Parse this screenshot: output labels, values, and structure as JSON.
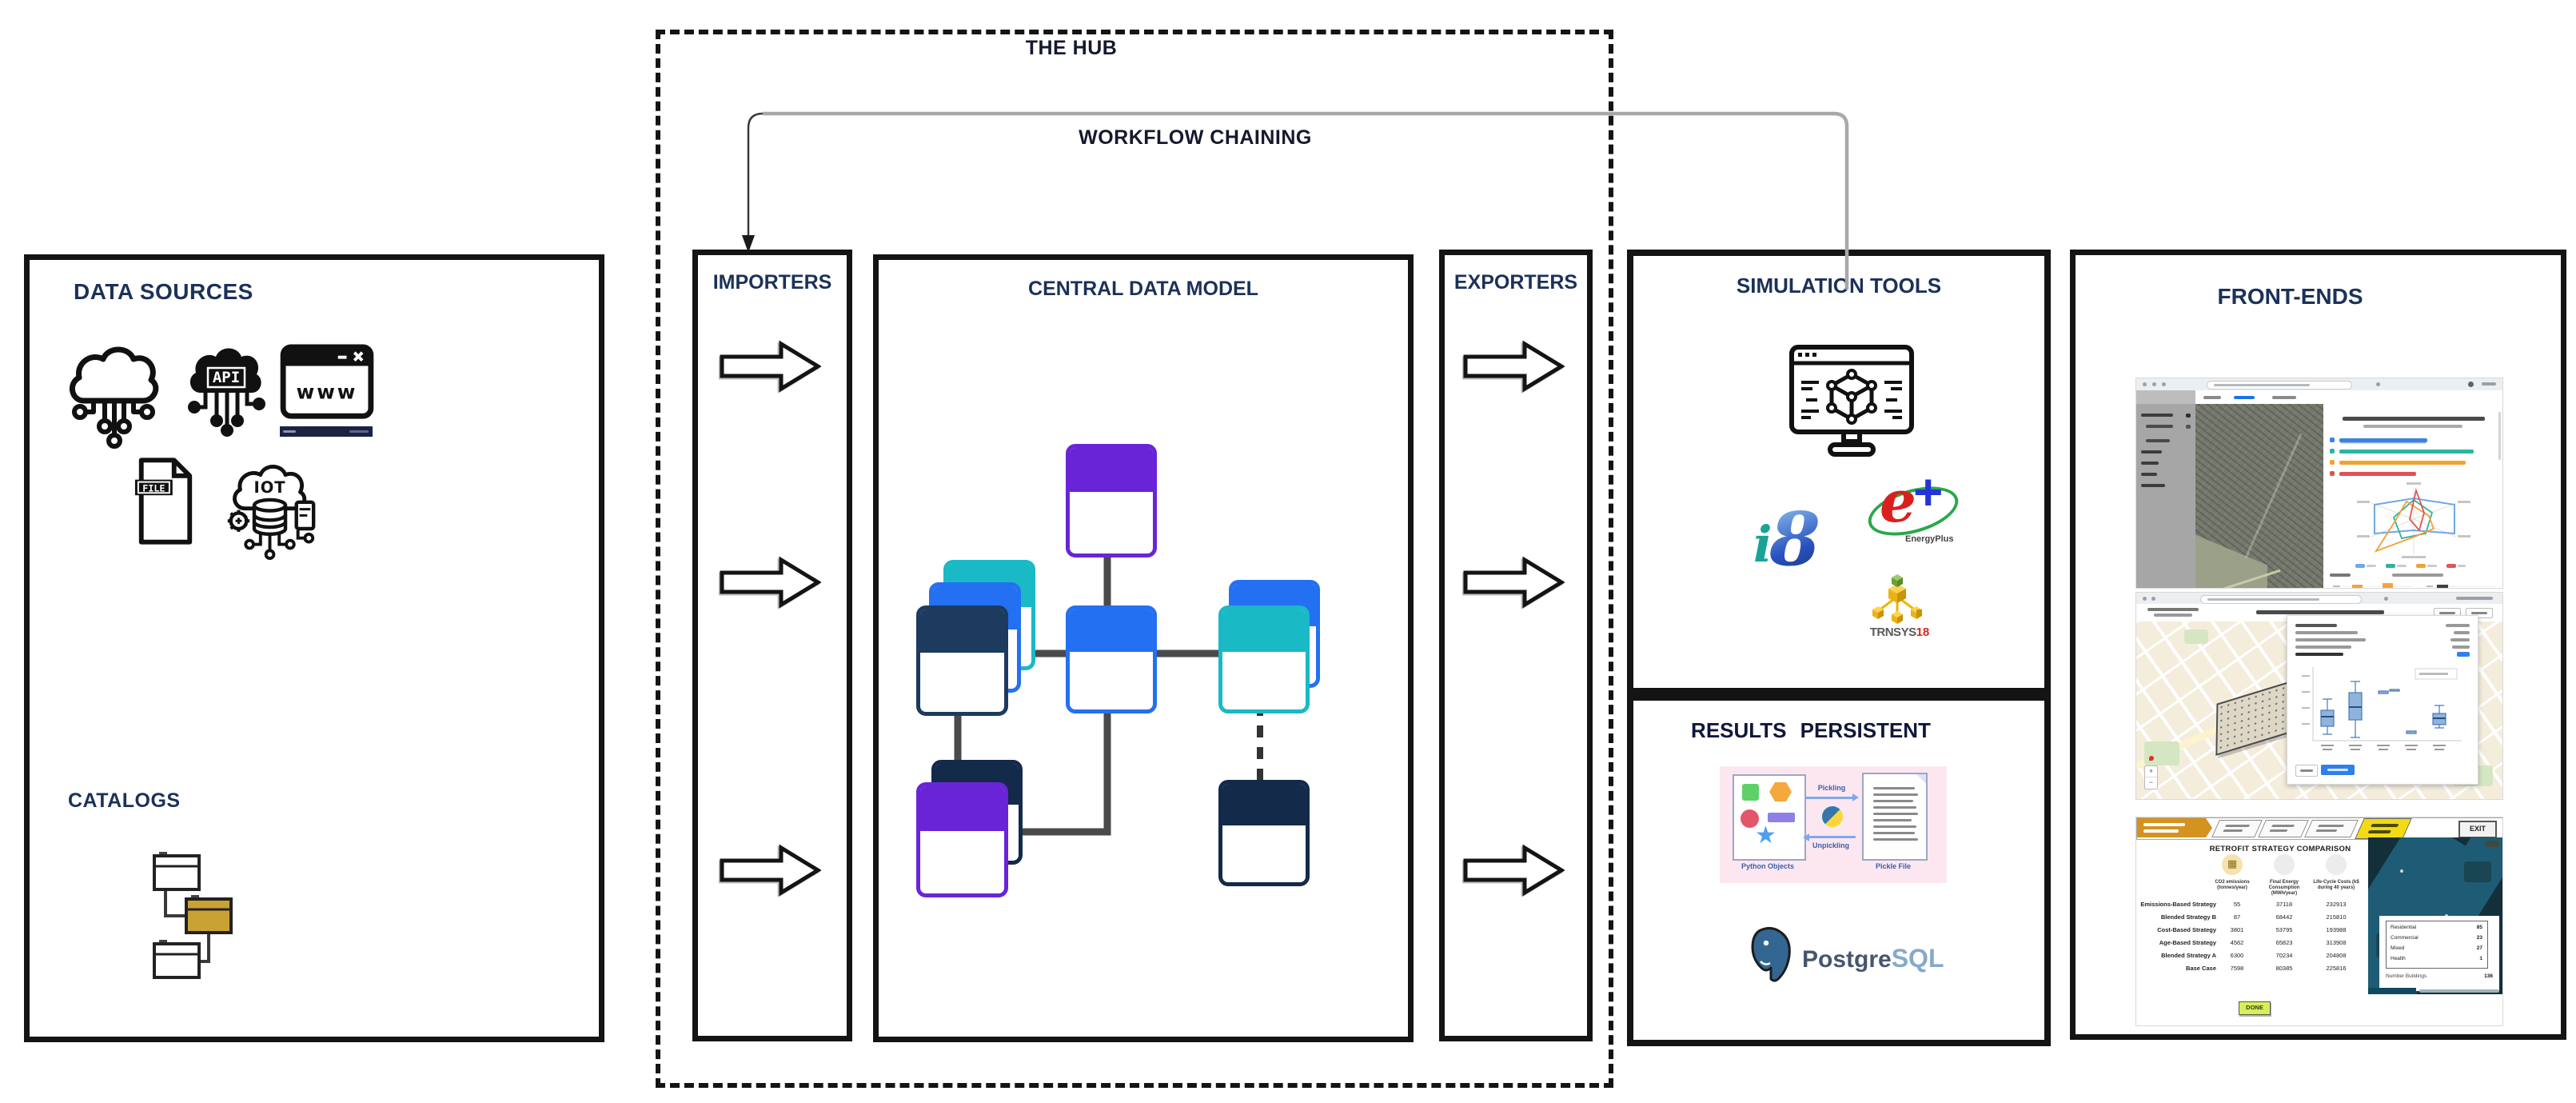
{
  "palette": {
    "heading": "#1b3158",
    "box_border": "#141414",
    "card_purple": "#6a24d8",
    "card_blue": "#2470f2",
    "card_teal": "#19b9c6",
    "card_navy": "#1d3a5f",
    "card_dark_navy": "#142a4a",
    "catalog_gold": "#c8a233",
    "connector": "#4a4a4a",
    "workflow_line": "#a8a8a8",
    "results_pink": "#fce7f0",
    "postgres_blue": "#336791",
    "button_blue": "#2f80ed",
    "stepper_orange": "#d4921e",
    "stepper_yellow": "#f3da12",
    "done_green": "#d9ef57"
  },
  "data_sources": {
    "title": "DATA SOURCES",
    "catalogs_title": "CATALOGS",
    "api_icon_label": "API",
    "www_icon_label": "www",
    "file_icon_label": "FILE",
    "iot_icon_label": "IOT"
  },
  "hub": {
    "title": "THE HUB",
    "workflow_chaining_label": "WORKFLOW CHAINING",
    "importers_title": "IMPORTERS",
    "central_data_model_title": "CENTRAL DATA MODEL",
    "exporters_title": "EXPORTERS"
  },
  "simulation_tools": {
    "title": "SIMULATION TOOLS",
    "insel_logo": {
      "i": "i",
      "eight": "8"
    },
    "energyplus_logo": {
      "e": "e",
      "plus": "+",
      "caption": "EnergyPlus"
    },
    "trnsys_logo": {
      "name": "TRNSYS",
      "version": "18"
    }
  },
  "results_persistent": {
    "title": "RESULTS PERSISTENT",
    "pickling_diagram": {
      "top_arrow_label": "Pickling",
      "bottom_arrow_label": "Unpickling",
      "left_caption": "Python Objects",
      "right_caption": "Pickle File"
    },
    "postgresql_logo": {
      "postgre": "Postgre",
      "sql": "SQL"
    }
  },
  "front_ends": {
    "title": "FRONT-ENDS",
    "retrofit_screen": {
      "stepper_exit_label": "EXIT",
      "table_title": "RETROFIT STRATEGY COMPARISON",
      "columns": [
        "CO2 emissions (tonnes/year)",
        "Final Energy Consumption (MWh/year)",
        "Life-Cycle Costs (k$ during 40 years)"
      ],
      "rows": [
        {
          "label": "Emissions-Based Strategy",
          "values": [
            "55",
            "37118",
            "232913"
          ]
        },
        {
          "label": "Blended Strategy B",
          "values": [
            "87",
            "68442",
            "215810"
          ]
        },
        {
          "label": "Cost-Based Strategy",
          "values": [
            "3801",
            "53795",
            "193988"
          ]
        },
        {
          "label": "Age-Based Strategy",
          "values": [
            "4562",
            "65823",
            "313908"
          ]
        },
        {
          "label": "Blended Strategy A",
          "values": [
            "6300",
            "70234",
            "204808"
          ]
        },
        {
          "label": "Base Case",
          "values": [
            "7598",
            "80385",
            "225816"
          ]
        }
      ],
      "done_label": "DONE",
      "map_legend": {
        "rows": [
          {
            "label": "Residential",
            "value": "85"
          },
          {
            "label": "Commercial",
            "value": "23"
          },
          {
            "label": "Mixed",
            "value": "27"
          },
          {
            "label": "Health",
            "value": "1"
          }
        ],
        "total_label": "Number Buildings",
        "total_value": "136"
      }
    }
  }
}
